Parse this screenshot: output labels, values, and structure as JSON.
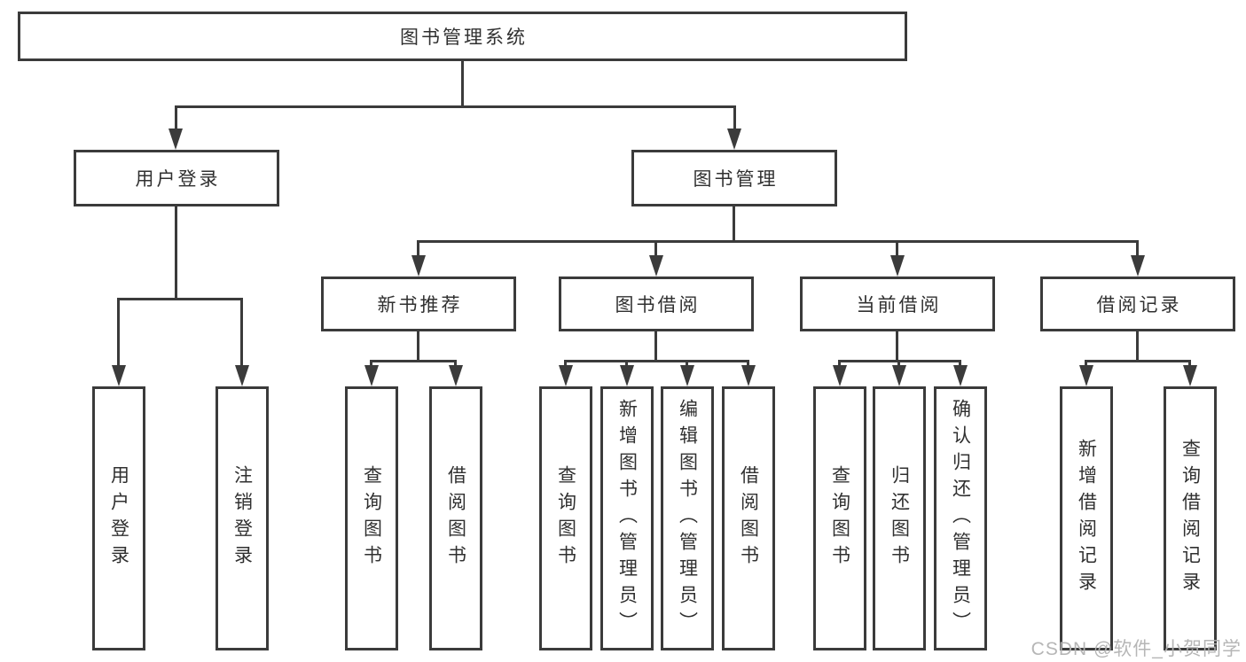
{
  "diagram": {
    "root": {
      "label": "图书管理系统"
    },
    "level2": [
      {
        "label": "用户登录"
      },
      {
        "label": "图书管理"
      }
    ],
    "level3": [
      {
        "label": "新书推荐"
      },
      {
        "label": "图书借阅"
      },
      {
        "label": "当前借阅"
      },
      {
        "label": "借阅记录"
      }
    ],
    "leaves_user_login": [
      "用户登录",
      "注销登录"
    ],
    "leaves_new_book": [
      "查询图书",
      "借阅图书"
    ],
    "leaves_book_borrow": [
      "查询图书",
      "新增图书（管理员）",
      "编辑图书（管理员）",
      "借阅图书"
    ],
    "leaves_current_borrow": [
      "查询图书",
      "归还图书",
      "确认归还（管理员）"
    ],
    "leaves_borrow_records": [
      "新增借阅记录",
      "查询借阅记录"
    ]
  },
  "watermark": {
    "text": "CSDN @软件_小贺同学"
  },
  "colors": {
    "line": "#3b3b3b",
    "text": "#303030",
    "background": "#ffffff",
    "watermark": "#b2b2b2"
  }
}
